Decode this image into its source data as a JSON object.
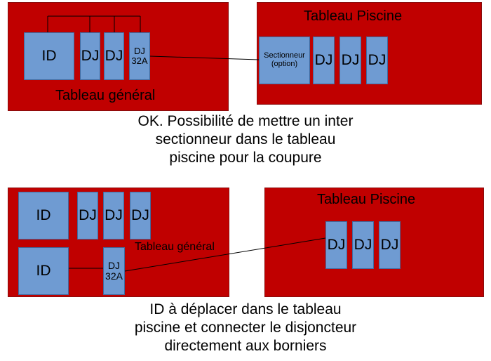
{
  "diagram_1": {
    "general_panel": {
      "title": "Tableau général",
      "id_label": "ID",
      "dj_labels": [
        "DJ",
        "DJ"
      ],
      "dj32_line1": "DJ",
      "dj32_line2": "32A"
    },
    "pool_panel": {
      "title": "Tableau Piscine",
      "sectionneur_line1": "Sectionneur",
      "sectionneur_line2": "(option)",
      "dj_labels": [
        "DJ",
        "DJ",
        "DJ"
      ]
    },
    "caption": [
      "OK. Possibilité de mettre un inter",
      "sectionneur dans le tableau",
      "piscine pour la coupure"
    ]
  },
  "diagram_2": {
    "general_panel": {
      "title": "Tableau général",
      "id_top_label": "ID",
      "id_bottom_label": "ID",
      "dj_labels": [
        "DJ",
        "DJ",
        "DJ"
      ],
      "dj32_line1": "DJ",
      "dj32_line2": "32A"
    },
    "pool_panel": {
      "title": "Tableau Piscine",
      "dj_labels": [
        "DJ",
        "DJ",
        "DJ"
      ]
    },
    "caption": [
      "ID à déplacer dans le tableau",
      "piscine et connecter le disjoncteur",
      "directement aux borniers"
    ]
  },
  "colors": {
    "panel_red": "#c00000",
    "breaker_blue": "#6f9bd2",
    "wire": "#000000"
  }
}
